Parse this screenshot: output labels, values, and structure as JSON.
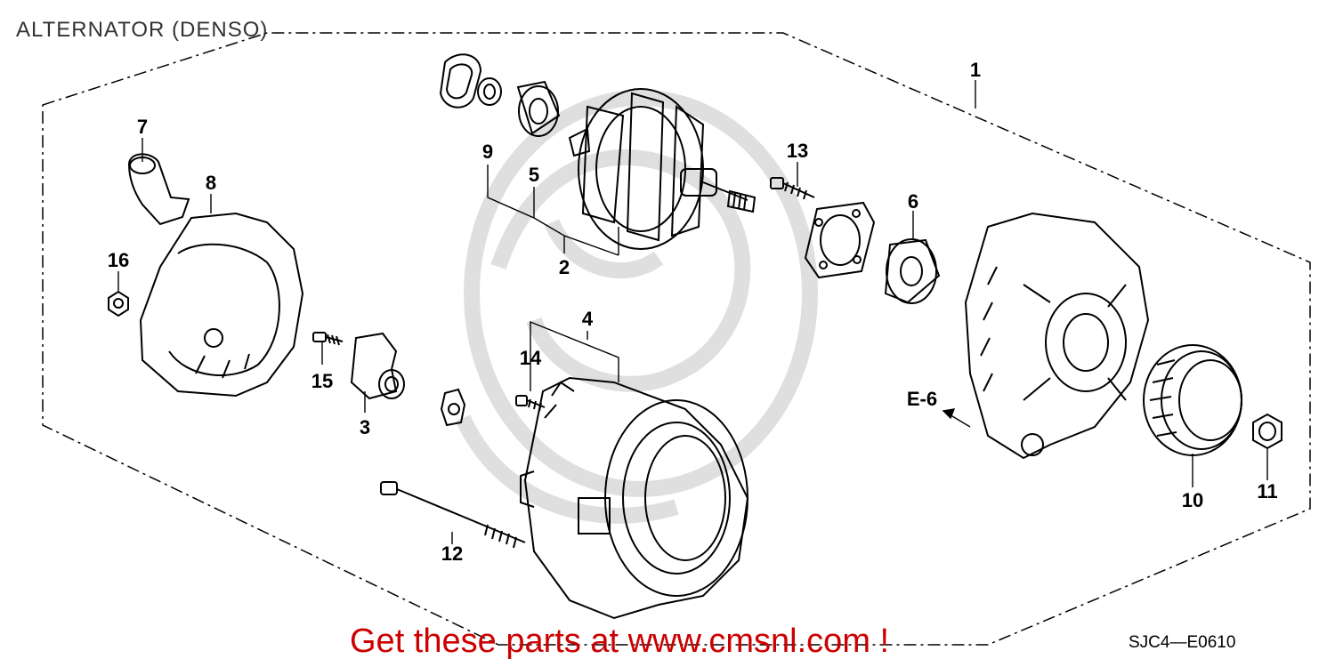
{
  "title": "ALTERNATOR (DENSO)",
  "reference_code": "SJC4—E0610",
  "banner": "Get these parts at www.cmsnl.com !",
  "colors": {
    "banner": "#cc0000",
    "watermark": "#d9d9d9",
    "lines": "#000000"
  },
  "callouts": [
    {
      "id": "callout-1",
      "label": "1"
    },
    {
      "id": "callout-2",
      "label": "2"
    },
    {
      "id": "callout-3",
      "label": "3"
    },
    {
      "id": "callout-4",
      "label": "4"
    },
    {
      "id": "callout-5",
      "label": "5"
    },
    {
      "id": "callout-6",
      "label": "6"
    },
    {
      "id": "callout-7",
      "label": "7"
    },
    {
      "id": "callout-8",
      "label": "8"
    },
    {
      "id": "callout-9",
      "label": "9"
    },
    {
      "id": "callout-10",
      "label": "10"
    },
    {
      "id": "callout-11",
      "label": "11"
    },
    {
      "id": "callout-12",
      "label": "12"
    },
    {
      "id": "callout-13",
      "label": "13"
    },
    {
      "id": "callout-14",
      "label": "14"
    },
    {
      "id": "callout-15",
      "label": "15"
    },
    {
      "id": "callout-16",
      "label": "16"
    }
  ],
  "section_link": {
    "label": "E-6"
  }
}
